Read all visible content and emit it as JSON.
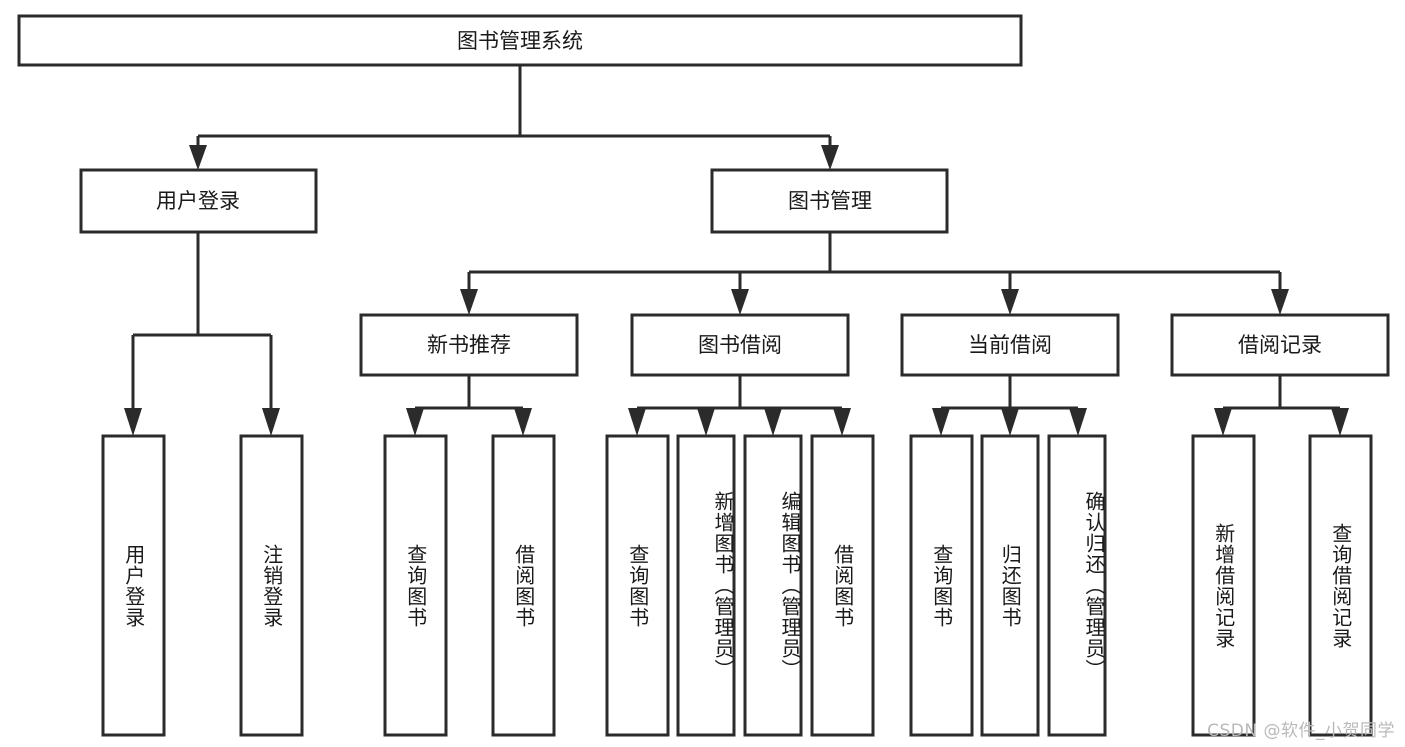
{
  "diagram": {
    "type": "tree",
    "title": "图书管理系统",
    "root": {
      "id": "root",
      "label": "图书管理系统",
      "orientation": "horizontal"
    },
    "level2": [
      {
        "id": "user-login",
        "label": "用户登录",
        "orientation": "horizontal"
      },
      {
        "id": "book-management",
        "label": "图书管理",
        "orientation": "horizontal"
      }
    ],
    "level3": [
      {
        "id": "new-book-recommend",
        "label": "新书推荐",
        "parent": "book-management",
        "orientation": "horizontal"
      },
      {
        "id": "book-borrow",
        "label": "图书借阅",
        "parent": "book-management",
        "orientation": "horizontal"
      },
      {
        "id": "current-borrow",
        "label": "当前借阅",
        "parent": "book-management",
        "orientation": "horizontal"
      },
      {
        "id": "borrow-record",
        "label": "借阅记录",
        "parent": "book-management",
        "orientation": "horizontal"
      }
    ],
    "leaves": [
      {
        "id": "leaf-user-login",
        "label": "用户登录",
        "parent": "user-login",
        "orientation": "vertical"
      },
      {
        "id": "leaf-logout-login",
        "label": "注销登录",
        "parent": "user-login",
        "orientation": "vertical"
      },
      {
        "id": "leaf-query-book-1",
        "label": "查询图书",
        "parent": "new-book-recommend",
        "orientation": "vertical"
      },
      {
        "id": "leaf-borrow-book-1",
        "label": "借阅图书",
        "parent": "new-book-recommend",
        "orientation": "vertical"
      },
      {
        "id": "leaf-query-book-2",
        "label": "查询图书",
        "parent": "book-borrow",
        "orientation": "vertical"
      },
      {
        "id": "leaf-add-book",
        "label": "新增图书（管理员）",
        "parent": "book-borrow",
        "orientation": "vertical"
      },
      {
        "id": "leaf-edit-book",
        "label": "编辑图书（管理员）",
        "parent": "book-borrow",
        "orientation": "vertical"
      },
      {
        "id": "leaf-borrow-book-2",
        "label": "借阅图书",
        "parent": "book-borrow",
        "orientation": "vertical"
      },
      {
        "id": "leaf-query-book-3",
        "label": "查询图书",
        "parent": "current-borrow",
        "orientation": "vertical"
      },
      {
        "id": "leaf-return-book",
        "label": "归还图书",
        "parent": "current-borrow",
        "orientation": "vertical"
      },
      {
        "id": "leaf-confirm-return",
        "label": "确认归还（管理员）",
        "parent": "current-borrow",
        "orientation": "vertical"
      },
      {
        "id": "leaf-add-record",
        "label": "新增借阅记录",
        "parent": "borrow-record",
        "orientation": "vertical"
      },
      {
        "id": "leaf-query-record",
        "label": "查询借阅记录",
        "parent": "borrow-record",
        "orientation": "vertical"
      }
    ]
  },
  "watermark": {
    "text": "CSDN @软件_小贺同学"
  },
  "colors": {
    "background": "#ffffff",
    "stroke": "#2b2b2b",
    "text": "#1a1a1a",
    "watermark": "#b9b9b9"
  }
}
